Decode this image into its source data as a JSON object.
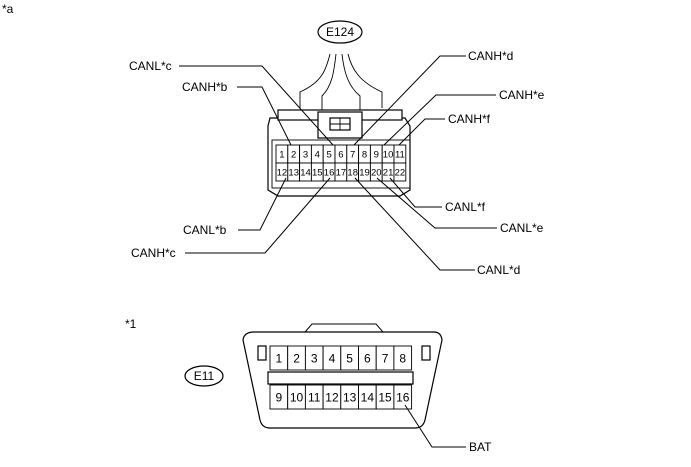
{
  "figure_marks": {
    "top": "*a",
    "bottom": "*1"
  },
  "connector_e124": {
    "id": "E124",
    "top_row_pins": [
      "1",
      "2",
      "3",
      "4",
      "5",
      "6",
      "7",
      "8",
      "9",
      "10",
      "11"
    ],
    "bottom_row_pins": [
      "12",
      "13",
      "14",
      "15",
      "16",
      "17",
      "18",
      "19",
      "20",
      "21",
      "22"
    ],
    "callouts": {
      "canl_c": "CANL*c",
      "canh_b": "CANH*b",
      "canh_d": "CANH*d",
      "canh_e": "CANH*e",
      "canh_f": "CANH*f",
      "canl_f": "CANL*f",
      "canl_e": "CANL*e",
      "canl_b": "CANL*b",
      "canh_c": "CANH*c",
      "canl_d": "CANL*d"
    }
  },
  "connector_e11": {
    "id": "E11",
    "top_row_pins": [
      "1",
      "2",
      "3",
      "4",
      "5",
      "6",
      "7",
      "8"
    ],
    "bottom_row_pins": [
      "9",
      "10",
      "11",
      "12",
      "13",
      "14",
      "15",
      "16"
    ],
    "callouts": {
      "bat": "BAT"
    }
  }
}
